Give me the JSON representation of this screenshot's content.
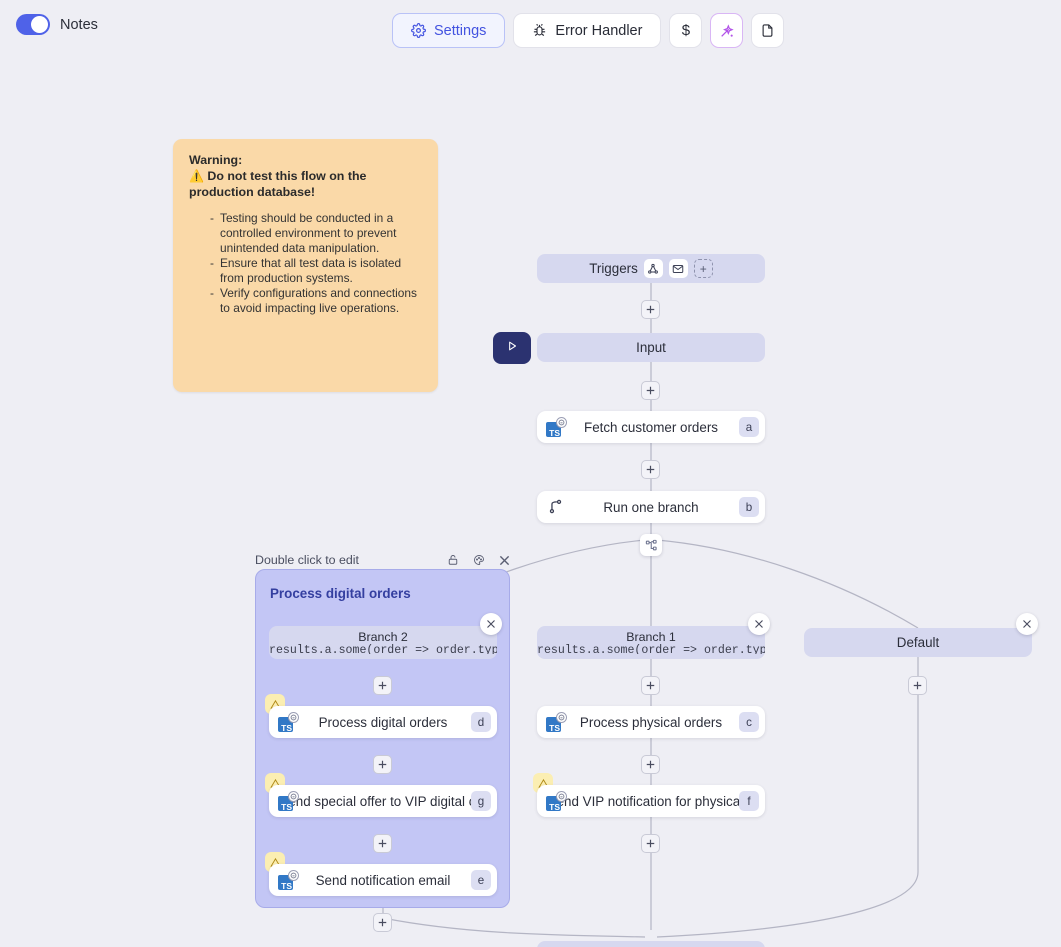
{
  "topbar": {
    "notes_label": "Notes",
    "notes_toggle_state": "on",
    "buttons": [
      {
        "label": "Settings",
        "icon": "gear-icon",
        "active": true
      },
      {
        "label": "Error Handler",
        "icon": "bug-icon",
        "active": false
      },
      {
        "label": "$",
        "icon": "dollar-icon",
        "active": false
      },
      {
        "label": "",
        "icon": "magic-wand-icon",
        "active": false
      },
      {
        "label": "",
        "icon": "file-icon",
        "active": false
      }
    ]
  },
  "note": {
    "title_line1": "Warning:",
    "title_line2": "Do not test this flow on the production database!",
    "emoji": "⚠️",
    "bullets": [
      "Testing should be conducted in a controlled environment to prevent unintended data manipulation.",
      "Ensure that all test data is isolated from production systems.",
      "Verify configurations and connections to avoid impacting live operations."
    ]
  },
  "flow": {
    "triggers": {
      "label": "Triggers",
      "icons": [
        "webhook-icon",
        "email-icon"
      ],
      "add_label": "+"
    },
    "input": {
      "label": "Input"
    },
    "run_button": {
      "icon": "play-icon"
    },
    "fetch": {
      "label": "Fetch customer orders",
      "key": "a",
      "icon": "typescript-icon"
    },
    "run_one_branch": {
      "label": "Run one branch",
      "key": "b",
      "icon": "branch-icon"
    },
    "branches": [
      {
        "name": "Branch 2",
        "expr": "results.a.some(order => order.type",
        "close": "×"
      },
      {
        "name": "Branch 1",
        "expr": "results.a.some(order => order.type",
        "close": "×"
      },
      {
        "name": "Default",
        "expr": "",
        "close": "×"
      }
    ],
    "group": {
      "header_hint": "Double click to edit",
      "header_icons": [
        "lock-icon",
        "palette-icon",
        "close-icon"
      ],
      "title": "Process digital orders"
    },
    "steps_digital": [
      {
        "label": "Process digital orders",
        "key": "d",
        "icon": "typescript-icon",
        "warning": true
      },
      {
        "label": "Send special offer to VIP digital c...",
        "key": "g",
        "icon": "typescript-icon",
        "warning": true
      },
      {
        "label": "Send notification email",
        "key": "e",
        "icon": "typescript-icon",
        "warning": true
      }
    ],
    "steps_physical": [
      {
        "label": "Process physical orders",
        "key": "c",
        "icon": "typescript-icon",
        "warning": false
      },
      {
        "label": "Send VIP notification for physical...",
        "key": "f",
        "icon": "typescript-icon",
        "warning": true
      }
    ],
    "add_plus_label": "+"
  },
  "colors": {
    "canvas_bg": "#eeeef4",
    "accent_blue": "#4f62e8",
    "ghost_node": "#d6d8ef",
    "group_bg": "#c3c6f5",
    "note_bg": "#fad9a8",
    "warning_badge": "#fbeeb2",
    "ts_blue": "#3178c6",
    "play_navy": "#2b3270"
  }
}
